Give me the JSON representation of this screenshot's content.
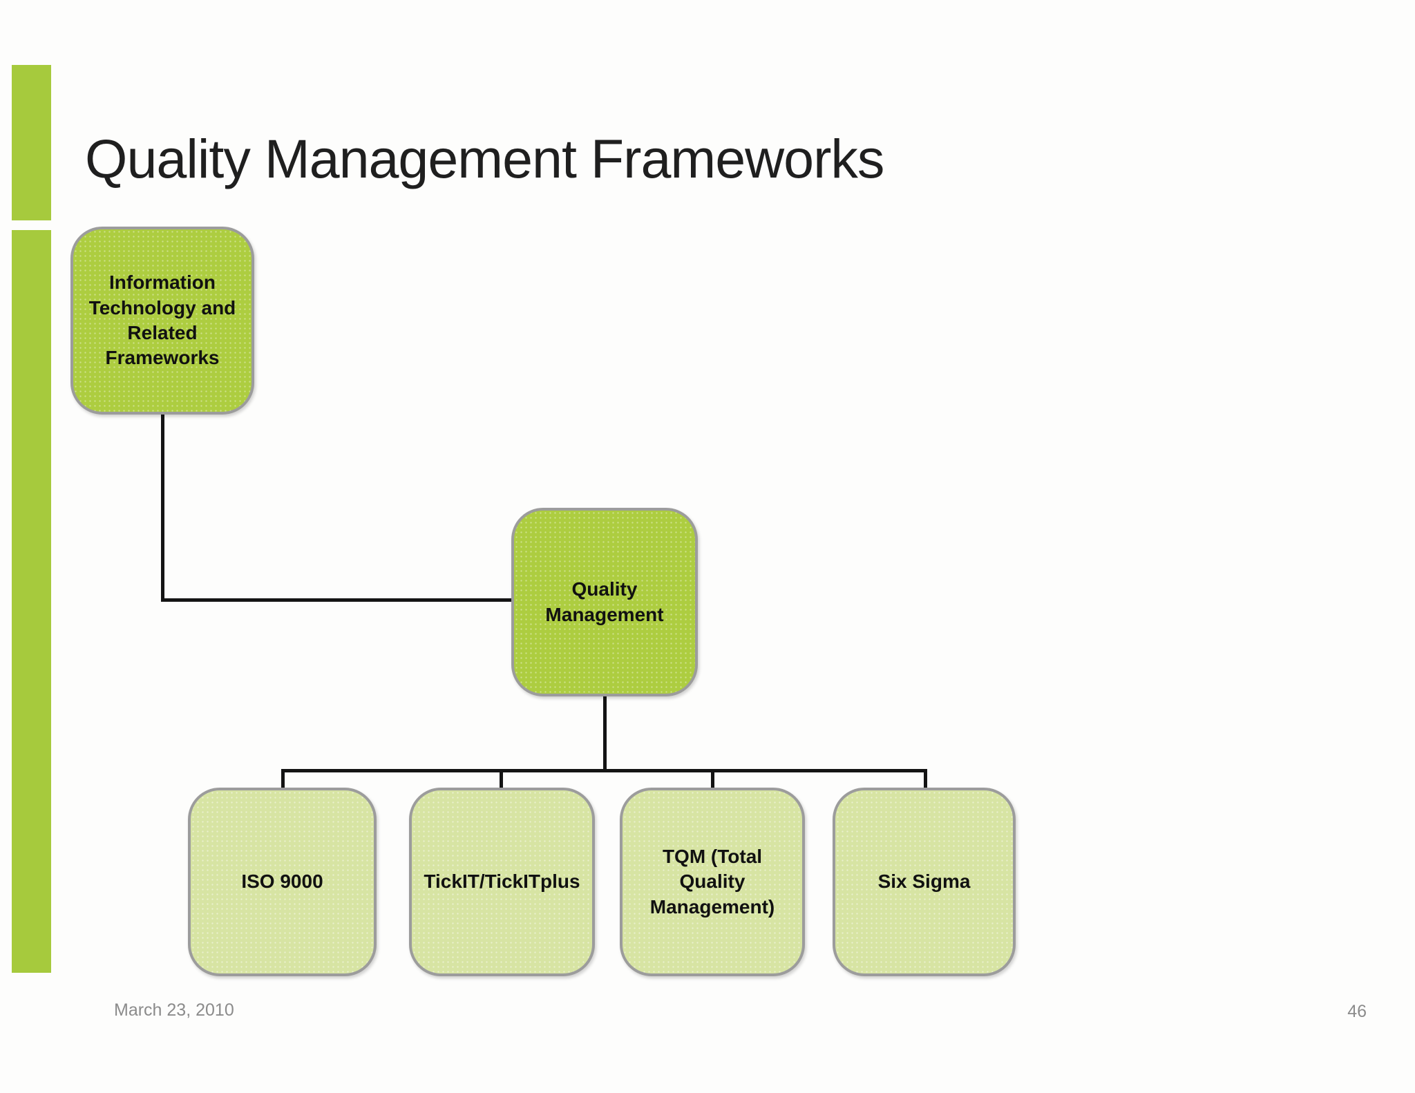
{
  "slide": {
    "title": "Quality Management Frameworks",
    "footer": {
      "date": "March 23, 2010",
      "page_number": "46"
    }
  },
  "diagram": {
    "type": "hierarchy",
    "root": {
      "label": "Information Technology and Related Frameworks"
    },
    "parent": {
      "label": "Quality Management"
    },
    "children": [
      {
        "label": "ISO 9000"
      },
      {
        "label": "TickIT/TickITplus"
      },
      {
        "label": "TQM (Total Quality Management)"
      },
      {
        "label": "Six Sigma"
      }
    ]
  },
  "theme": {
    "accent_green": "#a6ca3d",
    "node_fill_dark": "#adcd40",
    "node_fill_light": "#d7e4a3",
    "node_border_gray": "#9c9c9c",
    "node_text_color": "#111111",
    "connector_black": "#141414",
    "title_color": "#1f1f1f",
    "footer_gray": "#8b8b8b",
    "background": "#fdfdfc"
  }
}
